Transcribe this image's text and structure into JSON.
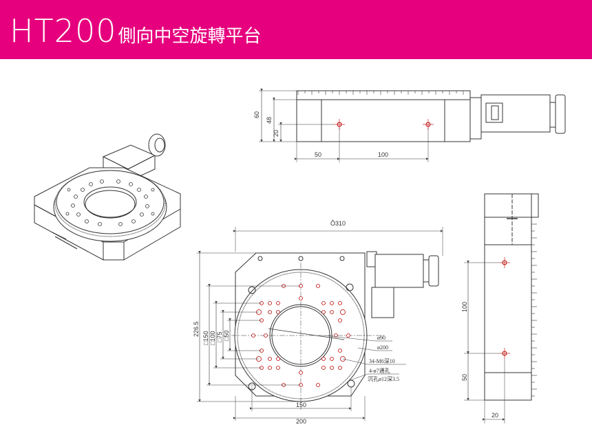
{
  "header": {
    "model": "HT200",
    "name_cn": "側向中空旋轉平台",
    "banner_color": "#e6007e"
  },
  "front_view": {
    "dims": {
      "height_total": "60",
      "height_mid": "48",
      "height_low": "20",
      "span_left": "50",
      "span_mid": "100"
    }
  },
  "top_view": {
    "dims": {
      "width_total": "Ô310",
      "height_total": "226.5",
      "sq150": "□150",
      "sq100": "□100",
      "sq75": "□75",
      "sq50": "□50",
      "bottom_150": "150",
      "bottom_200": "200"
    },
    "callouts": {
      "dia90": "ø90",
      "dia200": "ø200",
      "m6": "34-M6深10",
      "through": "4-ø7通孔",
      "counter": "沉孔ø12深3.5"
    }
  },
  "side_view": {
    "dims": {
      "v100": "100",
      "v50": "50",
      "h20": "20"
    }
  }
}
